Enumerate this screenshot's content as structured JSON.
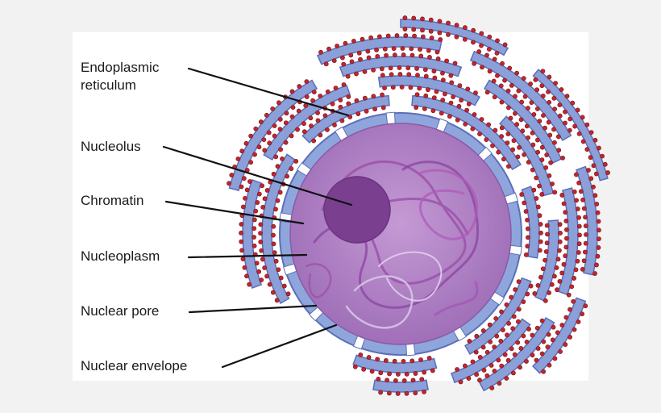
{
  "labels": {
    "endoplasmic_reticulum_line1": "Endoplasmic",
    "endoplasmic_reticulum_line2": "reticulum",
    "nucleolus": "Nucleolus",
    "chromatin": "Chromatin",
    "nucleoplasm": "Nucleoplasm",
    "nuclear_pore": "Nuclear pore",
    "nuclear_envelope": "Nuclear envelope"
  },
  "colors": {
    "er_fill": "#8b9fd8",
    "er_stroke": "#5b6fb8",
    "ribosome": "#c0272d",
    "envelope_fill": "#8fa6dc",
    "nucleoplasm": "#b07fc4",
    "nucleolus": "#7a3f8f",
    "chromatin": "#9a4fa8",
    "leader_line": "#111111"
  }
}
